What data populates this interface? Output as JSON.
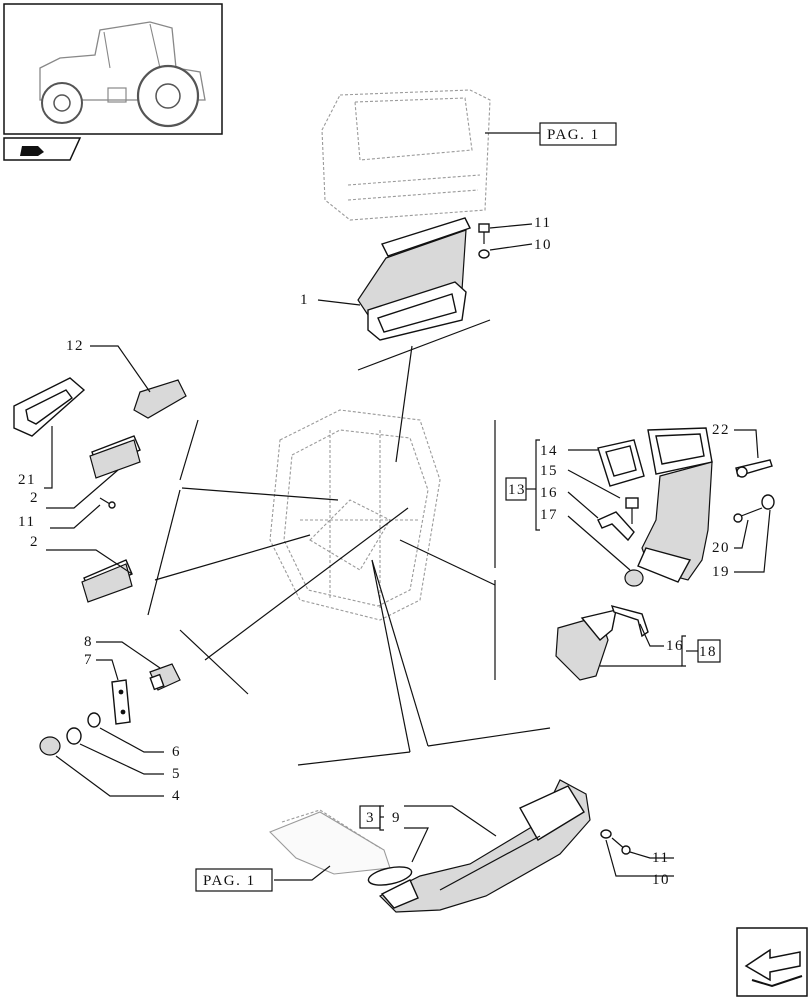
{
  "refs": {
    "pag_top": "PAG. 1",
    "pag_bottom": "PAG. 1"
  },
  "callouts": {
    "c1": "1",
    "c2a": "2",
    "c2b": "2",
    "c3": "3",
    "c4": "4",
    "c5": "5",
    "c6": "6",
    "c7": "7",
    "c8": "8",
    "c9": "9",
    "c10a": "10",
    "c10b": "10",
    "c11a": "11",
    "c11b": "11",
    "c11c": "11",
    "c12": "12",
    "c13": "13",
    "c14": "14",
    "c15": "15",
    "c16a": "16",
    "c16b": "16",
    "c17": "17",
    "c18": "18",
    "c19": "19",
    "c20": "20",
    "c21": "21",
    "c22": "22"
  },
  "icons": {
    "thumbnail": "tractor-thumbnail-icon",
    "section": "section-marker-icon",
    "next_page": "next-page-arrow-icon"
  }
}
